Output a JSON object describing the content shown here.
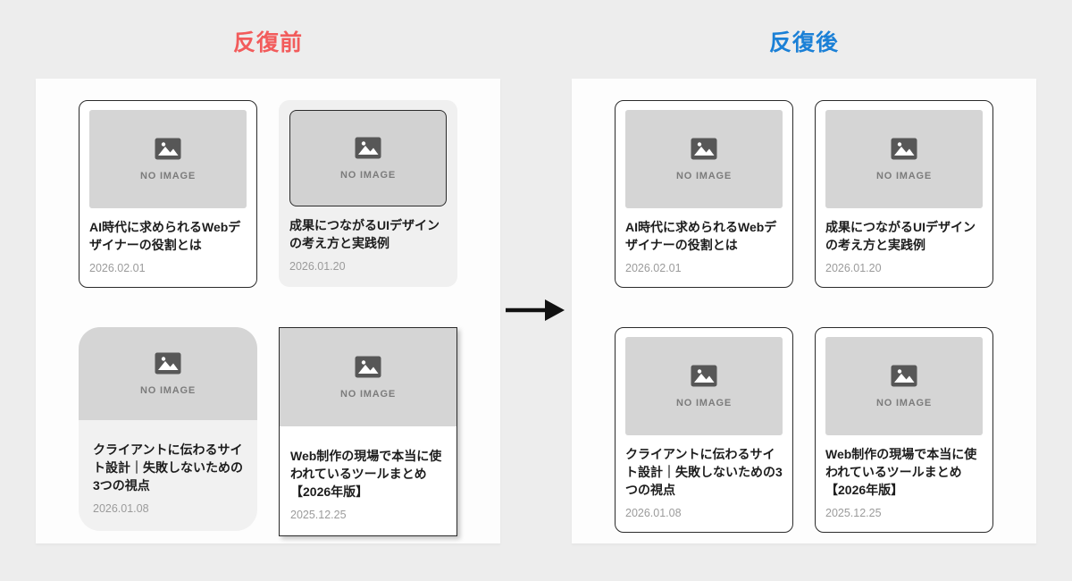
{
  "page": {
    "background": "#ededed",
    "panel_background": "#fdfdfd"
  },
  "before": {
    "title": "反復前",
    "color": "#f25b5b"
  },
  "after": {
    "title": "反復後",
    "color": "#1b80d6"
  },
  "arrow": {
    "color": "#111111",
    "direction": "right"
  },
  "placeholder": {
    "label": "NO IMAGE"
  },
  "cards": [
    {
      "title": "AI時代に求められるWebデザイナーの役割とは",
      "date": "2026.02.01"
    },
    {
      "title": "成果につながるUIデザインの考え方と実践例",
      "date": "2026.01.20"
    },
    {
      "title": "クライアントに伝わるサイト設計｜失敗しないための3つの視点",
      "date": "2026.01.08"
    },
    {
      "title": "Web制作の現場で本当に使われているツールまとめ【2026年版】",
      "date": "2025.12.25"
    }
  ]
}
